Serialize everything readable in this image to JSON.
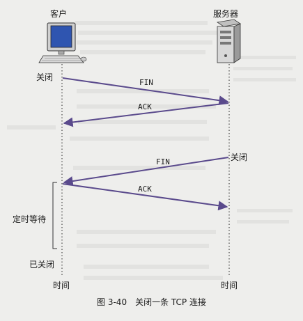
{
  "diagram": {
    "client_label": "客户",
    "server_label": "服务器",
    "messages": [
      {
        "name": "fin-1",
        "label": "FIN",
        "direction": "client-to-server"
      },
      {
        "name": "ack-1",
        "label": "ACK",
        "direction": "server-to-client"
      },
      {
        "name": "fin-2",
        "label": "FIN",
        "direction": "server-to-client"
      },
      {
        "name": "ack-2",
        "label": "ACK",
        "direction": "client-to-server"
      }
    ],
    "client_close": "关闭",
    "server_close": "关闭",
    "timed_wait": "定时等待",
    "closed": "已关闭",
    "time_left": "时间",
    "time_right": "时间"
  },
  "caption": "图 3-40　关闭一条 TCP 连接",
  "colors": {
    "arrow": "#5a4a8c",
    "lifeline": "#444444",
    "background": "#eeeeec"
  },
  "icons": {
    "client": "desktop-computer-icon",
    "server": "server-tower-icon"
  }
}
